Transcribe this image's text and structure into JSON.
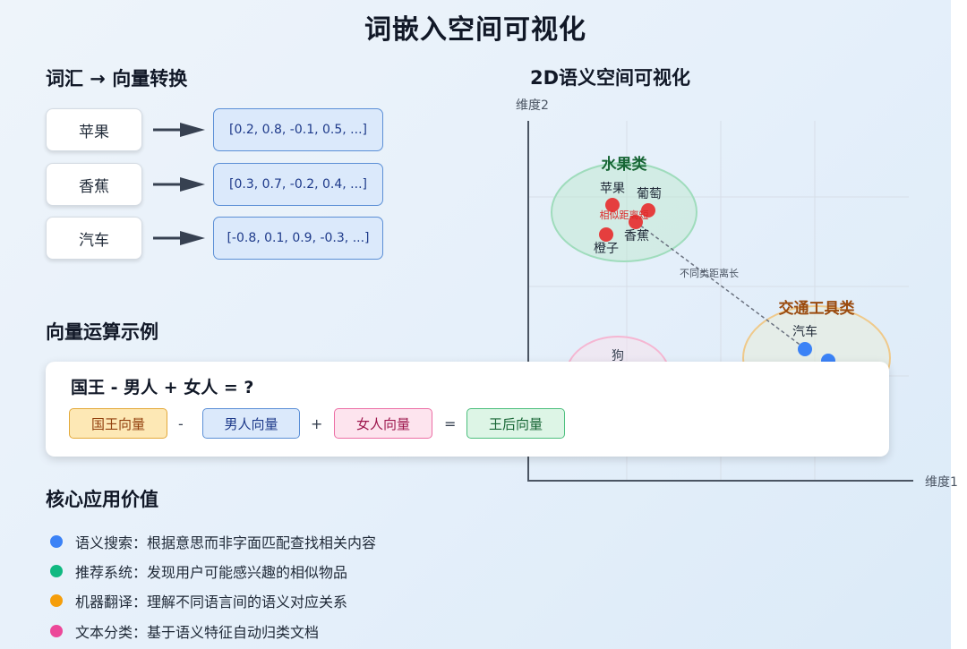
{
  "title": "词嵌入空间可视化",
  "section_words": "词汇 → 向量转换",
  "word_map": [
    {
      "word": "苹果",
      "vector": "[0.2, 0.8, -0.1, 0.5, ...]"
    },
    {
      "word": "香蕉",
      "vector": "[0.3, 0.7, -0.2, 0.4, ...]"
    },
    {
      "word": "汽车",
      "vector": "[-0.8, 0.1, 0.9, -0.3, ...]"
    }
  ],
  "section_ops": "向量运算示例",
  "equation": {
    "text": "国王 - 男人 + 女人 = ?",
    "chips": [
      "国王向量",
      "男人向量",
      "女人向量",
      "王后向量"
    ],
    "ops": [
      "-",
      "+",
      "="
    ]
  },
  "section_apps": "核心应用价值",
  "apps": [
    {
      "text": "语义搜索：根据意思而非字面匹配查找相关内容",
      "color": "#3b82f6"
    },
    {
      "text": "推荐系统：发现用户可能感兴趣的相似物品",
      "color": "#10b981"
    },
    {
      "text": "机器翻译：理解不同语言间的语义对应关系",
      "color": "#f59e0b"
    },
    {
      "text": "文本分类：基于语义特征自动归类文档",
      "color": "#ec4899"
    }
  ],
  "plot": {
    "title": "2D语义空间可视化",
    "y_label": "维度2",
    "x_label": "维度1",
    "fruit_cluster": {
      "label": "水果类",
      "points": [
        "苹果",
        "葡萄",
        "香蕉",
        "橙子"
      ]
    },
    "vehicle_cluster": {
      "label": "交通工具类",
      "points": [
        "汽车"
      ]
    },
    "animal_cluster": {
      "points": [
        "狗"
      ]
    },
    "similar_note": "相似距离短",
    "far_note": "不同类距离长"
  }
}
